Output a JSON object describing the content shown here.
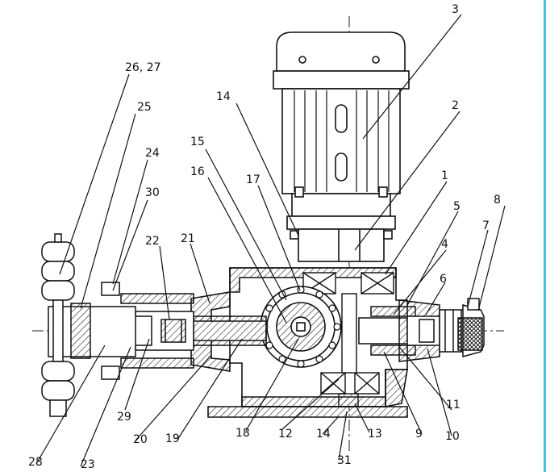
{
  "colors": {
    "line": "#111111",
    "hatch": "#333333",
    "edge_accent": "#39c6e6"
  },
  "labels": {
    "p1": "1",
    "p2": "2",
    "p3": "3",
    "p4": "4",
    "p5": "5",
    "p6": "6",
    "p7": "7",
    "p8": "8",
    "p9": "9",
    "p10": "10",
    "p11": "11",
    "p12": "12",
    "p13": "13",
    "p14a": "14",
    "p14b": "14",
    "p15": "15",
    "p16": "16",
    "p17": "17",
    "p18": "18",
    "p19": "19",
    "p20": "20",
    "p21": "21",
    "p22": "22",
    "p23": "23",
    "p24": "24",
    "p25": "25",
    "p2627": "26, 27",
    "p28": "28",
    "p29": "29",
    "p30": "30",
    "p31": "31"
  }
}
